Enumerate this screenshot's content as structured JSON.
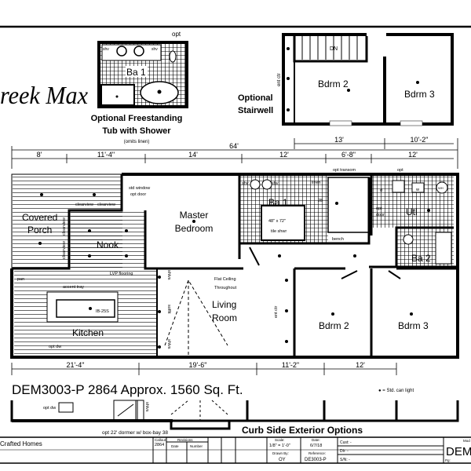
{
  "title_partial": "reek Max",
  "opt_bath": {
    "opt": "opt",
    "shv": "shv",
    "room": "Ba 1",
    "caption1": "Optional Freestanding",
    "caption2": "Tub with Shower",
    "caption3": "(omits linen)"
  },
  "stairwell": {
    "label1": "Optional",
    "label2": "Stairwell",
    "dn": "DN",
    "ent_ctr": "ent ctr",
    "bdrm2": "Bdrm 2",
    "bdrm3": "Bdrm 3"
  },
  "dimensions": {
    "overall": "64'",
    "upper": [
      "13'",
      "10'-2\""
    ],
    "top": [
      "8'",
      "11'-4\"",
      "14'",
      "12'",
      "6'-8\"",
      "12'"
    ],
    "bottom": [
      "21'-4\"",
      "19'-6\"",
      "11'-2\"",
      "12'"
    ]
  },
  "rooms": {
    "porch1": "Covered",
    "porch2": "Porch",
    "nook": "Nook",
    "master1": "Master",
    "master2": "Bedroom",
    "kitchen": "Kitchen",
    "living1": "Living",
    "living2": "Room",
    "ba1": "Ba 1",
    "utl": "Utl",
    "ba2": "Ba 2",
    "bdrm2": "Bdrm 2",
    "bdrm3": "Bdrm 3"
  },
  "notes": {
    "clearview": "clearview",
    "std_window": "std window",
    "opt_door": "opt door",
    "lvp": "LVP flooring",
    "accent_tray": "accent tray",
    "island": "IB-25S",
    "pan": "pan",
    "opt_dw": "opt dw",
    "shlvs": "shlvs",
    "soffit": "soffit",
    "flat1": "Flat Ceiling",
    "flat2": "Throughout",
    "linen": "linen",
    "n28": "28",
    "shwr1": "48\" x 72\"",
    "shwr2": "tile shwr",
    "bench": "bench",
    "opt_transom": "opt transom",
    "opt": "opt",
    "d": "d",
    "w": "w",
    "wh": "WH",
    "opt_door2a": "opt",
    "opt_door2b": "door",
    "ent_ctr": "ent ctr",
    "shv": "shv"
  },
  "plan_title": "DEM3003-P 2864  Approx. 1560 Sq. Ft.",
  "legend": "● = Std. can light",
  "exterior": {
    "dormer": "opt 22' dormer w/ box-bay 38",
    "title": "Curb Side Exterior Options",
    "opt_dw": "opt dw",
    "shlvs": "shlvs"
  },
  "title_block": {
    "company": "Crafted Homes",
    "callout_label": "Callout:",
    "callout": "2864",
    "revisions": "Revisions",
    "date_col": "Date",
    "number_col": "Number",
    "scale_label": "Scale:",
    "scale": "1/8\" = 1'-0\"",
    "date_label": "Date:",
    "date": "6/7/18",
    "drawn_label": "Drawn By:",
    "drawn": "OY",
    "ref_label": "Reference:",
    "ref": "DE3003-P",
    "cust": "Cust: -",
    "dlr": "Dlr:  -",
    "sn": "S/N:  -",
    "model_label": "Mod",
    "model": "DEM",
    "pg": "Pg:"
  }
}
